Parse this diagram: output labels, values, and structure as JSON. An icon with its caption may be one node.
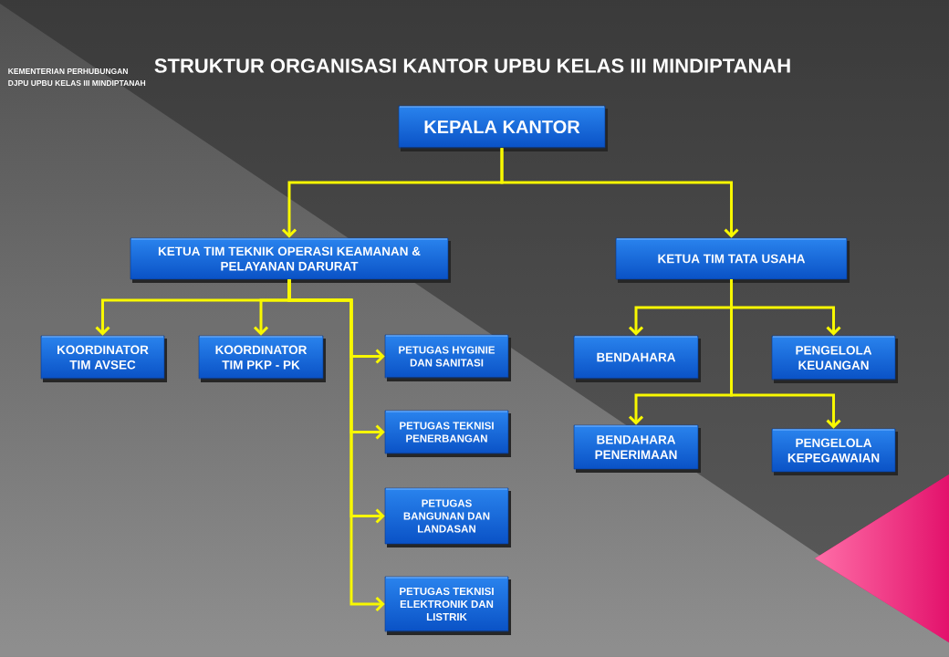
{
  "diagram": {
    "title": "STRUKTUR ORGANISASI KANTOR UPBU KELAS III MINDIPTANAH",
    "nodes": [
      {
        "text": [
          "KEPALA KANTOR"
        ]
      },
      {
        "text": [
          "KETUA TIM TEKNIK OPERASI KEAMANAN & PELAYANAN DARURAT"
        ]
      },
      {
        "text": [
          "KETUA TIM TATA USAHA"
        ]
      },
      {
        "text": [
          "KOORDINATOR TIM AVSEC"
        ]
      },
      {
        "text": [
          "KOORDINATOR TIM PKP - PK"
        ]
      },
      {
        "text": [
          "PETUGAS HYGINIE DAN SANITASI"
        ]
      },
      {
        "text": [
          "PETUGAS TEKNISI PENERBANGAN"
        ]
      },
      {
        "text": [
          "PETUGAS BANGUNAN DAN LANDASAN"
        ]
      },
      {
        "text": [
          "PETUGAS TEKNISI ELEKTRONIK DAN LISTRIK"
        ]
      },
      {
        "text": [
          "BENDAHARA"
        ]
      },
      {
        "text": [
          "PENGELOLA KEUANGAN"
        ]
      },
      {
        "text": [
          "BENDAHARA PENERIMAAN"
        ]
      },
      {
        "text": [
          "PENGELOLA KEPEGAWAIAN"
        ]
      }
    ],
    "edges": [
      {
        "from": 0,
        "to": 1,
        "arrow": "to"
      },
      {
        "from": 0,
        "to": 2,
        "arrow": "to"
      },
      {
        "from": 1,
        "to": 3,
        "arrow": "to"
      },
      {
        "from": 1,
        "to": 4,
        "arrow": "to"
      },
      {
        "from": 1,
        "to": 5,
        "arrow": "to"
      },
      {
        "from": 1,
        "to": 6,
        "arrow": "to"
      },
      {
        "from": 1,
        "to": 7,
        "arrow": "to"
      },
      {
        "from": 1,
        "to": 8,
        "arrow": "to"
      },
      {
        "from": 2,
        "to": 9,
        "arrow": "to"
      },
      {
        "from": 2,
        "to": 10,
        "arrow": "to"
      },
      {
        "from": 2,
        "to": 11,
        "arrow": "to"
      },
      {
        "from": 2,
        "to": 12,
        "arrow": "to"
      }
    ],
    "labels": [
      "KEMENTERIAN PERHUBUNGAN",
      "DJPU UPBU KELAS III MINDIPTANAH"
    ]
  }
}
